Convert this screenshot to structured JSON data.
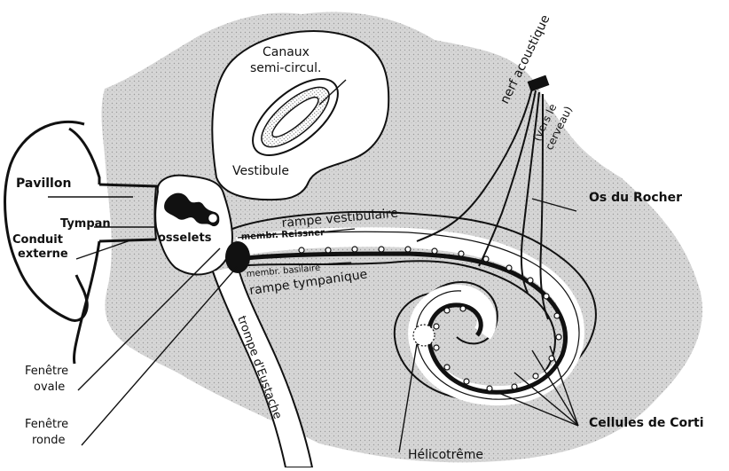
{
  "labels": {
    "pavillon": "Pavillon",
    "tympan": "Tympan",
    "conduit_line1": "Conduit",
    "conduit_line2": "externe",
    "osselets": "osselets",
    "canaux_line1": "Canaux",
    "canaux_line2": "semi-circul.",
    "vestibule": "Vestibule",
    "nerf": "nerf acoustique",
    "vers_line1": "(vers le",
    "vers_line2": "cerveau)",
    "os_rocher": "Os du Rocher",
    "rampe_vestibulaire": "rampe vestibulaire",
    "membr_reissner": "membr. Reissner",
    "membr_basilaire": "membr. basilaire",
    "rampe_tympanique": "rampe tympanique",
    "fenetre_ovale_line1": "Fenêtre",
    "fenetre_ovale_line2": "ovale",
    "fenetre_ronde_line1": "Fenêtre",
    "fenetre_ronde_line2": "ronde",
    "trompe": "trompe d'Eustache",
    "cellules": "Cellules de Corti",
    "helicotreme": "Hélicotrême"
  },
  "colors": {
    "bone_fill": "#d9d9d9",
    "ink": "#111111",
    "paper": "#ffffff"
  }
}
